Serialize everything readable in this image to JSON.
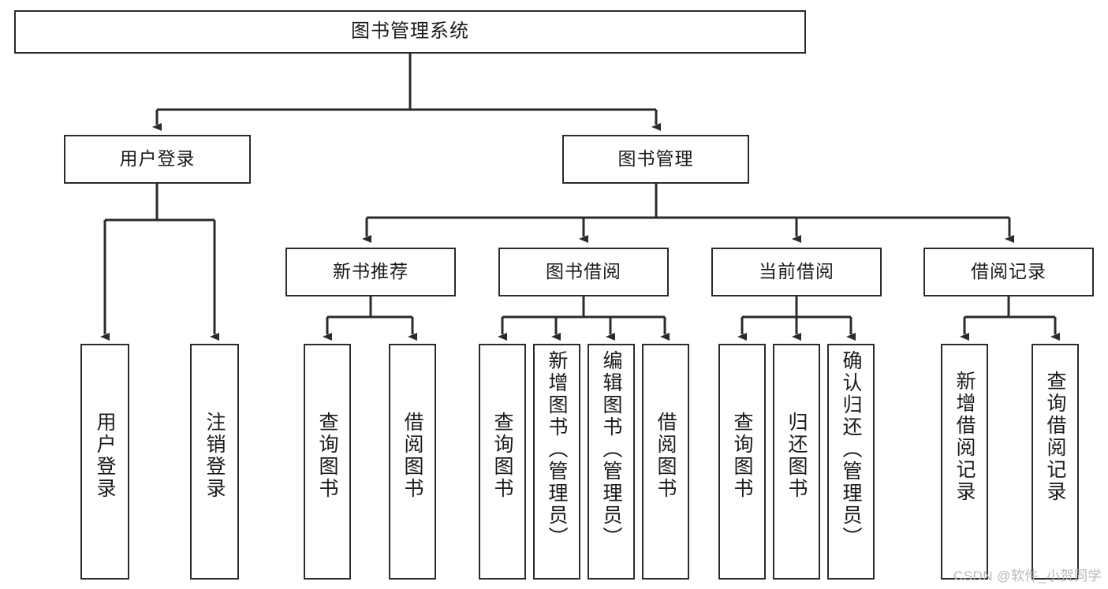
{
  "diagram": {
    "title": "图书管理系统",
    "type": "hierarchy-tree",
    "watermark": "CSDN @软件_小贺同学",
    "colors": {
      "stroke": "#2b2b2b",
      "fill": "#ffffff",
      "text": "#1a1a1a",
      "watermark": "#b8b8b8"
    },
    "levels": {
      "level1": [
        {
          "id": "root",
          "label": "图书管理系统"
        }
      ],
      "level2": [
        {
          "id": "user-login",
          "label": "用户登录"
        },
        {
          "id": "book-manage",
          "label": "图书管理"
        }
      ],
      "level3": [
        {
          "id": "new-book-rec",
          "label": "新书推荐"
        },
        {
          "id": "book-borrow",
          "label": "图书借阅"
        },
        {
          "id": "current-borrow",
          "label": "当前借阅"
        },
        {
          "id": "borrow-record",
          "label": "借阅记录"
        }
      ],
      "level4": [
        {
          "id": "leaf-user-login",
          "label": "用户登录",
          "parent": "user-login"
        },
        {
          "id": "leaf-logout",
          "label": "注销登录",
          "parent": "user-login"
        },
        {
          "id": "leaf-query-book-1",
          "label": "查询图书",
          "parent": "new-book-rec"
        },
        {
          "id": "leaf-borrow-book-1",
          "label": "借阅图书",
          "parent": "new-book-rec"
        },
        {
          "id": "leaf-query-book-2",
          "label": "查询图书",
          "parent": "book-borrow"
        },
        {
          "id": "leaf-add-book",
          "label": "新增图书（管理员）",
          "parent": "book-borrow"
        },
        {
          "id": "leaf-edit-book",
          "label": "编辑图书（管理员）",
          "parent": "book-borrow"
        },
        {
          "id": "leaf-borrow-book-2",
          "label": "借阅图书",
          "parent": "book-borrow"
        },
        {
          "id": "leaf-query-book-3",
          "label": "查询图书",
          "parent": "current-borrow"
        },
        {
          "id": "leaf-return-book",
          "label": "归还图书",
          "parent": "current-borrow"
        },
        {
          "id": "leaf-confirm-return",
          "label": "确认归还（管理员）",
          "parent": "current-borrow"
        },
        {
          "id": "leaf-add-record",
          "label": "新增借阅记录",
          "parent": "borrow-record"
        },
        {
          "id": "leaf-query-record",
          "label": "查询借阅记录",
          "parent": "borrow-record"
        }
      ]
    }
  }
}
